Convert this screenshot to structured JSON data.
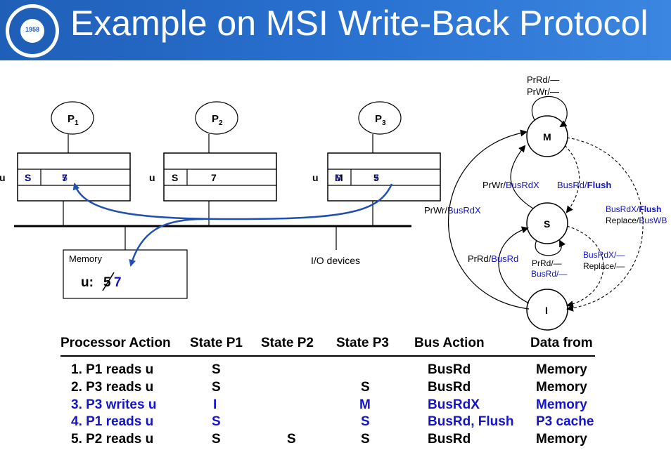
{
  "header": {
    "title": "Example on MSI Write-Back Protocol",
    "logo_year": "1958"
  },
  "system": {
    "processors": [
      {
        "base": "P",
        "sub": "1"
      },
      {
        "base": "P",
        "sub": "2"
      },
      {
        "base": "P",
        "sub": "3"
      }
    ],
    "caches": [
      {
        "label": "u",
        "state_old": "S",
        "state_new": "S",
        "value_old": "7",
        "value_new": "5"
      },
      {
        "label": "u",
        "state": "S",
        "value": "7"
      },
      {
        "label": "u",
        "state_old": "M",
        "state_new": "S",
        "value_old": "5",
        "value_new": "7"
      }
    ],
    "memory": {
      "label": "Memory",
      "var": "u:",
      "old_value": "5",
      "new_value": "7"
    },
    "io_label": "I/O devices"
  },
  "state_machine": {
    "states": [
      "M",
      "S",
      "I"
    ],
    "labels": {
      "m_self_1": "PrRd/—",
      "m_self_2": "PrWr/—",
      "s_to_m_a": "PrWr/",
      "s_to_m_b": "BusRdX",
      "m_to_s_a": "BusRd/",
      "m_to_s_b": "Flush",
      "i_to_m_a": "PrWr/",
      "i_to_m_b": "BusRdX",
      "m_to_i_a": "BusRdX/",
      "m_to_i_b": "Flush",
      "m_to_i_c": "Replace/",
      "m_to_i_d": "BusWB",
      "i_to_s_a": "PrRd/",
      "i_to_s_b": "BusRd",
      "s_self_1": "PrRd/—",
      "s_self_2": "BusRd/—",
      "s_to_i_1": "BusRdX/—",
      "s_to_i_2": "Replace/—"
    }
  },
  "table": {
    "headers": [
      "Processor Action",
      "State P1",
      "State P2",
      "State P3",
      "Bus Action",
      "Data from"
    ],
    "rows": [
      {
        "action": "1. P1 reads u",
        "p1": "S",
        "p2": "",
        "p3": "",
        "bus": "BusRd",
        "from": "Memory",
        "highlight": false
      },
      {
        "action": "2. P3 reads u",
        "p1": "S",
        "p2": "",
        "p3": "S",
        "bus": "BusRd",
        "from": "Memory",
        "highlight": false
      },
      {
        "action": "3. P3 writes u",
        "p1": "I",
        "p2": "",
        "p3": "M",
        "bus": "BusRdX",
        "from": "Memory",
        "highlight": true
      },
      {
        "action": "4. P1 reads u",
        "p1": "S",
        "p2": "",
        "p3": "S",
        "bus": "BusRd, Flush",
        "from": "P3 cache",
        "highlight": true
      },
      {
        "action": "5. P2 reads u",
        "p1": "S",
        "p2": "S",
        "p3": "S",
        "bus": "BusRd",
        "from": "Memory",
        "highlight": false
      }
    ]
  },
  "colors": {
    "header_bg": "#1f5fb8",
    "highlight": "#1414c8",
    "arrow": "#1f4fb0"
  }
}
